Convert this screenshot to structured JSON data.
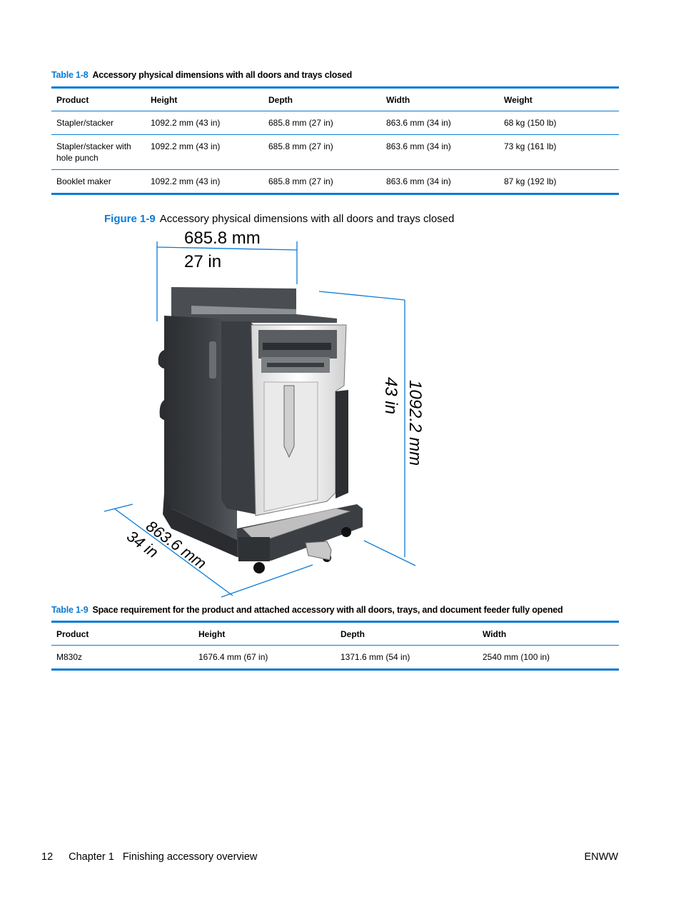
{
  "table8": {
    "number": "Table 1-8",
    "title": "Accessory physical dimensions with all doors and trays closed",
    "headers": [
      "Product",
      "Height",
      "Depth",
      "Width",
      "Weight"
    ],
    "rows": [
      [
        "Stapler/stacker",
        "1092.2 mm (43 in)",
        "685.8 mm (27 in)",
        "863.6 mm (34 in)",
        "68 kg (150 lb)"
      ],
      [
        "Stapler/stacker with hole punch",
        "1092.2 mm (43 in)",
        "685.8 mm (27 in)",
        "863.6 mm (34 in)",
        "73 kg (161 lb)"
      ],
      [
        "Booklet maker",
        "1092.2 mm (43 in)",
        "685.8 mm (27 in)",
        "863.6 mm (34 in)",
        "87 kg (192 lb)"
      ]
    ]
  },
  "figure9": {
    "number": "Figure 1-9",
    "title": "Accessory physical dimensions with all doors and trays closed",
    "depth_mm": "685.8 mm",
    "depth_in": "27 in",
    "height_mm": "1092.2 mm",
    "height_in": "43 in",
    "width_mm": "863.6 mm",
    "width_in": "34 in"
  },
  "table9": {
    "number": "Table 1-9",
    "title": "Space requirement for the product and attached accessory with all doors, trays, and document feeder fully opened",
    "headers": [
      "Product",
      "Height",
      "Depth",
      "Width"
    ],
    "rows": [
      [
        "M830z",
        "1676.4 mm (67 in)",
        "1371.6 mm (54 in)",
        "2540 mm (100 in)"
      ]
    ]
  },
  "footer": {
    "page": "12",
    "chapter": "Chapter 1",
    "section": "Finishing accessory overview",
    "right": "ENWW"
  },
  "colors": {
    "accent": "#0a7bd6"
  }
}
